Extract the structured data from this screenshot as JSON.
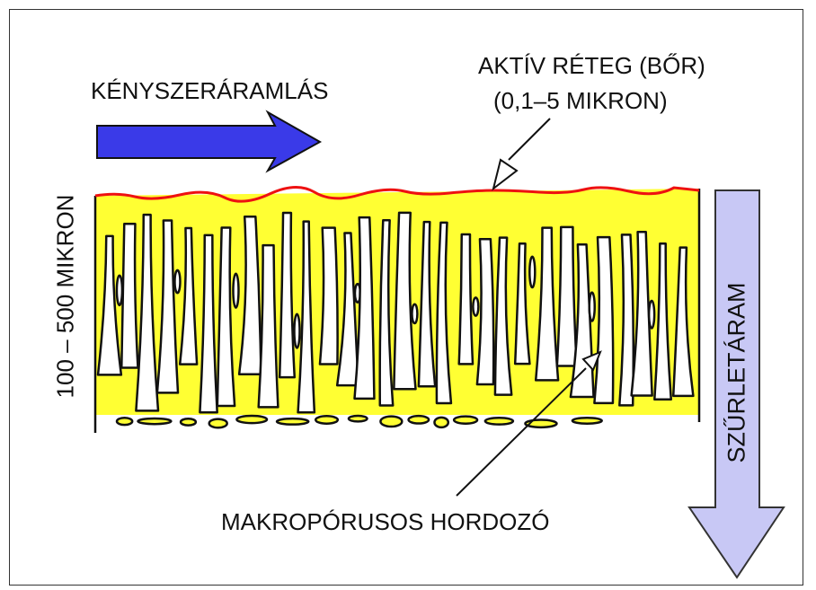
{
  "labels": {
    "flow": "KÉNYSZERÁRAMLÁS",
    "active_layer_1": "AKTÍV RÉTEG (BŐR)",
    "active_layer_2": "(0,1–5 MIKRON)",
    "thickness": "100 – 500 MIKRON",
    "filtrate": "SZŰRLETÁRAM",
    "support": "MAKROPÓRUSOS HORDOZÓ"
  },
  "colors": {
    "flow_arrow": "#3a3ae8",
    "filtrate_arrow": "#c8c8f5",
    "support_fill": "#ffff33",
    "skin_layer": "#ee1111",
    "outline": "#111111"
  }
}
